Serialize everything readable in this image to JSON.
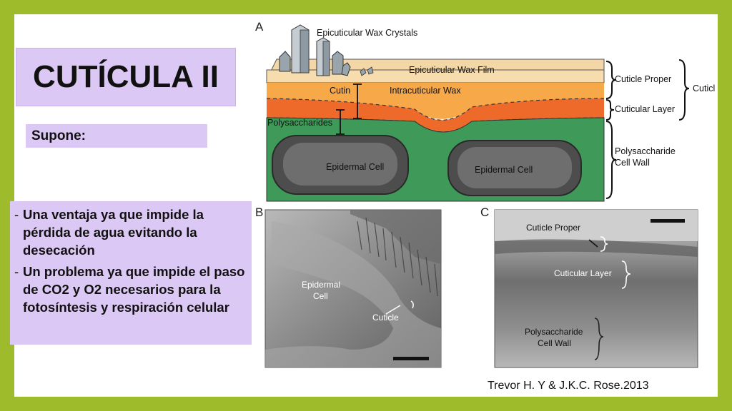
{
  "title": "CUTÍCULA II",
  "supone": "Supone:",
  "bullets": [
    {
      "dash": "-",
      "text": "Una ventaja ya que impide la pérdida de agua evitando la desecación"
    },
    {
      "dash": "-",
      "text": "Un problema ya que impide el paso de CO2 y O2 necesarios para la fotosíntesis y respiración celular"
    }
  ],
  "citation": "Trevor H. Y & J.K.C. Rose.2013",
  "figure": {
    "panel_a": "A",
    "panel_b": "B",
    "panel_c": "C",
    "labels_a": {
      "crystals": "Epicuticular Wax Crystals",
      "film": "Epicuticular Wax Film",
      "cutin": "Cutin",
      "intracuticular": "Intracuticular Wax",
      "polysaccharides": "Polysaccharides",
      "epidermal_left": "Epidermal Cell",
      "epidermal_right": "Epidermal Cell",
      "cuticle_proper": "Cuticle Proper",
      "cuticular_layer": "Cuticular Layer",
      "cuticle": "Cuticl",
      "poly_wall_1": "Polysaccharide",
      "poly_wall_2": "Cell Wall"
    },
    "labels_b": {
      "epidermal_1": "Epidermal",
      "epidermal_2": "Cell",
      "cuticle": "Cuticle"
    },
    "labels_c": {
      "cuticle_proper": "Cuticle Proper",
      "cuticular_layer": "Cuticular Layer",
      "poly_1": "Polysaccharide",
      "poly_2": "Cell Wall"
    }
  },
  "colors": {
    "frame": "#9ebb2c",
    "lavender": "#dcc8f4",
    "wax_film": "#f7dcae",
    "cutin_orange": "#f7a94a",
    "cuticular_orange": "#ee6a2a",
    "cell_wall_green": "#3f9a5a"
  }
}
